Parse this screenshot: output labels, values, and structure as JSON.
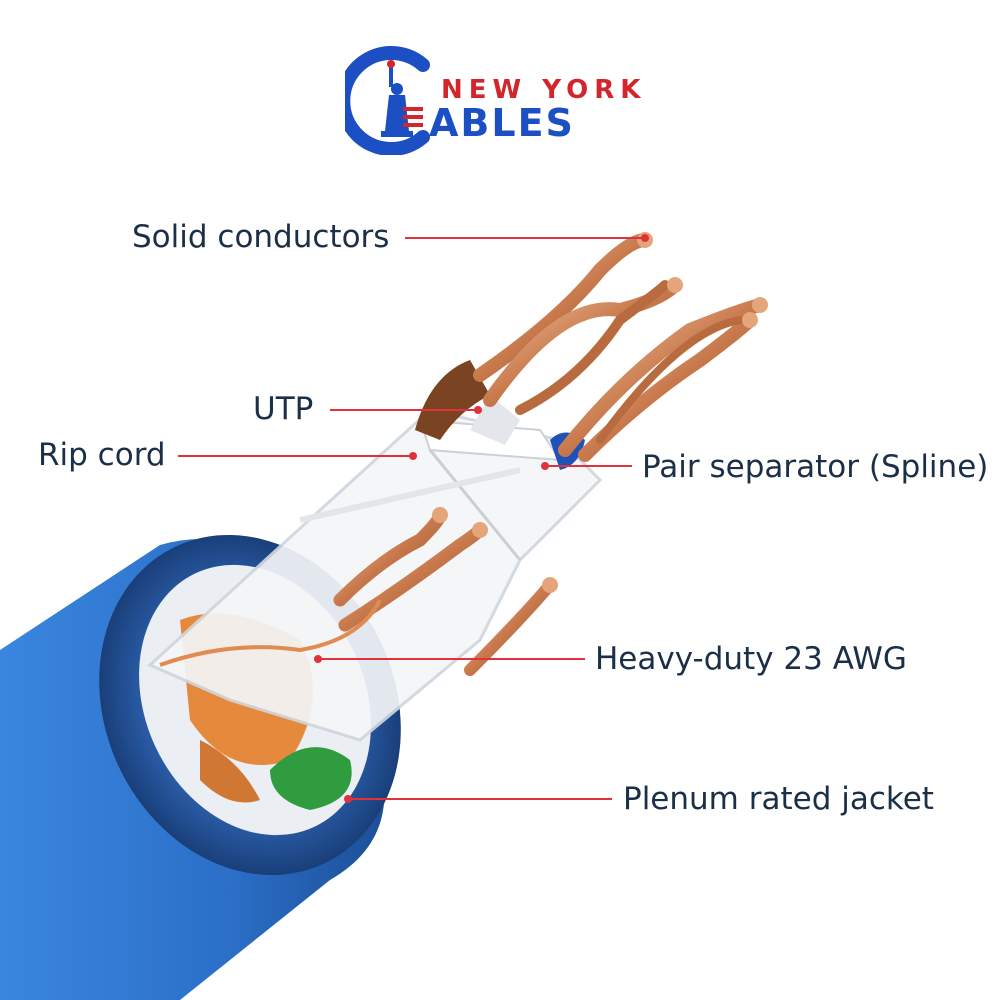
{
  "brand": {
    "top_text": "NEW YORK",
    "bottom_text": "ABLES",
    "initial": "C",
    "accent_red": "#d2262c",
    "accent_blue": "#1d4fc4"
  },
  "labels": {
    "solid_conductors": "Solid conductors",
    "utp": "UTP",
    "rip_cord": "Rip cord",
    "pair_separator": "Pair separator (Spline)",
    "heavy_duty": "Heavy-duty 23 AWG",
    "plenum_jacket": "Plenum rated jacket"
  },
  "colors": {
    "label_text": "#1b2f47",
    "leader_line": "#e0323a",
    "jacket": "#2f72c9",
    "copper": "#d8956a"
  }
}
